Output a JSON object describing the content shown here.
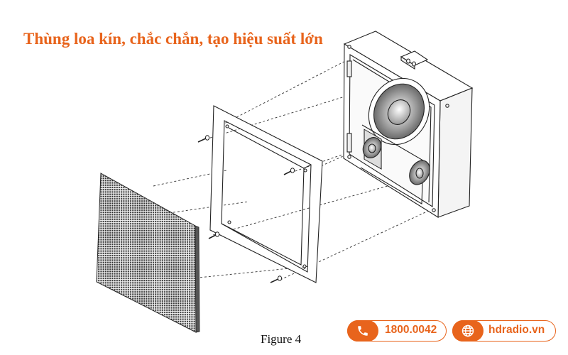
{
  "headline": "Thùng loa kín, chắc chắn, tạo hiệu suất lớn",
  "figure_caption": "Figure 4",
  "contact": {
    "phone": "1800.0042",
    "website": "hdradio.vn",
    "phone_icon": "phone-icon",
    "web_icon": "globe-icon"
  },
  "colors": {
    "accent": "#e8641c",
    "line": "#222222",
    "grille": "#333333"
  }
}
